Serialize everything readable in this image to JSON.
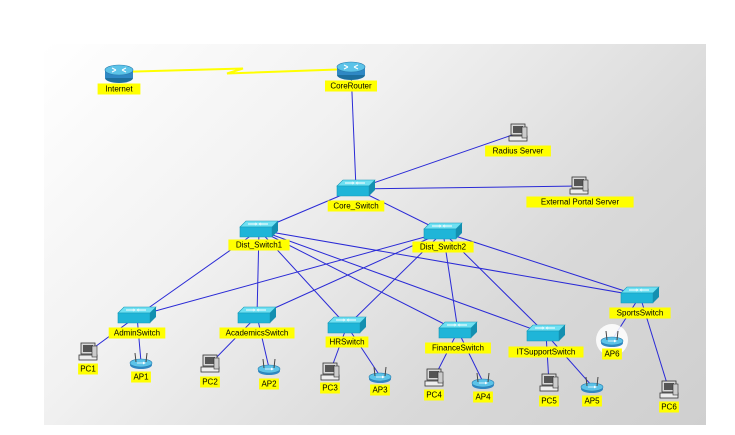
{
  "nodes": [
    {
      "id": "internet",
      "label": "Internet",
      "kind": "router"
    },
    {
      "id": "core_router",
      "label": "CoreRouter",
      "kind": "router"
    },
    {
      "id": "radius",
      "label": "Radius Server",
      "kind": "pc"
    },
    {
      "id": "portal",
      "label": "External Portal Server",
      "kind": "pc"
    },
    {
      "id": "core_switch",
      "label": "Core_Switch",
      "kind": "switch"
    },
    {
      "id": "dist1",
      "label": "Dist_Switch1",
      "kind": "switch"
    },
    {
      "id": "dist2",
      "label": "Dist_Switch2",
      "kind": "switch"
    },
    {
      "id": "admin",
      "label": "AdminSwitch",
      "kind": "switch"
    },
    {
      "id": "academics",
      "label": "AcademicsSwitch",
      "kind": "switch"
    },
    {
      "id": "hr",
      "label": "HRSwitch",
      "kind": "switch"
    },
    {
      "id": "finance",
      "label": "FinanceSwitch",
      "kind": "switch"
    },
    {
      "id": "itsupport",
      "label": "ITSupportSwitch",
      "kind": "switch"
    },
    {
      "id": "sports",
      "label": "SportsSwitch",
      "kind": "switch"
    },
    {
      "id": "pc1",
      "label": "PC1",
      "kind": "pc"
    },
    {
      "id": "ap1",
      "label": "AP1",
      "kind": "ap"
    },
    {
      "id": "pc2",
      "label": "PC2",
      "kind": "pc"
    },
    {
      "id": "ap2",
      "label": "AP2",
      "kind": "ap"
    },
    {
      "id": "pc3",
      "label": "PC3",
      "kind": "pc"
    },
    {
      "id": "ap3",
      "label": "AP3",
      "kind": "ap"
    },
    {
      "id": "pc4",
      "label": "PC4",
      "kind": "pc"
    },
    {
      "id": "ap4",
      "label": "AP4",
      "kind": "ap"
    },
    {
      "id": "pc5",
      "label": "PC5",
      "kind": "pc"
    },
    {
      "id": "ap5",
      "label": "AP5",
      "kind": "ap"
    },
    {
      "id": "ap6",
      "label": "AP6",
      "kind": "ap",
      "selected": true
    },
    {
      "id": "pc6",
      "label": "PC6",
      "kind": "pc"
    }
  ],
  "links": [
    {
      "from": "internet",
      "to": "core_router",
      "type": "serial"
    },
    {
      "from": "core_router",
      "to": "core_switch",
      "type": "ethernet"
    },
    {
      "from": "radius",
      "to": "core_switch",
      "type": "ethernet"
    },
    {
      "from": "portal",
      "to": "core_switch",
      "type": "ethernet"
    },
    {
      "from": "core_switch",
      "to": "dist1",
      "type": "ethernet"
    },
    {
      "from": "core_switch",
      "to": "dist2",
      "type": "ethernet"
    },
    {
      "from": "dist1",
      "to": "admin",
      "type": "ethernet"
    },
    {
      "from": "dist1",
      "to": "academics",
      "type": "ethernet"
    },
    {
      "from": "dist1",
      "to": "hr",
      "type": "ethernet"
    },
    {
      "from": "dist1",
      "to": "finance",
      "type": "ethernet"
    },
    {
      "from": "dist1",
      "to": "itsupport",
      "type": "ethernet"
    },
    {
      "from": "dist1",
      "to": "sports",
      "type": "ethernet"
    },
    {
      "from": "dist2",
      "to": "admin",
      "type": "ethernet"
    },
    {
      "from": "dist2",
      "to": "academics",
      "type": "ethernet"
    },
    {
      "from": "dist2",
      "to": "hr",
      "type": "ethernet"
    },
    {
      "from": "dist2",
      "to": "finance",
      "type": "ethernet"
    },
    {
      "from": "dist2",
      "to": "itsupport",
      "type": "ethernet"
    },
    {
      "from": "dist2",
      "to": "sports",
      "type": "ethernet"
    },
    {
      "from": "admin",
      "to": "pc1",
      "type": "ethernet"
    },
    {
      "from": "admin",
      "to": "ap1",
      "type": "ethernet"
    },
    {
      "from": "academics",
      "to": "pc2",
      "type": "ethernet"
    },
    {
      "from": "academics",
      "to": "ap2",
      "type": "ethernet"
    },
    {
      "from": "hr",
      "to": "pc3",
      "type": "ethernet"
    },
    {
      "from": "hr",
      "to": "ap3",
      "type": "ethernet"
    },
    {
      "from": "finance",
      "to": "pc4",
      "type": "ethernet"
    },
    {
      "from": "finance",
      "to": "ap4",
      "type": "ethernet"
    },
    {
      "from": "itsupport",
      "to": "pc5",
      "type": "ethernet"
    },
    {
      "from": "itsupport",
      "to": "ap5",
      "type": "ethernet"
    },
    {
      "from": "sports",
      "to": "ap6",
      "type": "ethernet"
    },
    {
      "from": "sports",
      "to": "pc6",
      "type": "ethernet"
    }
  ],
  "colors": {
    "label_bg": "#ffff00",
    "link": "#2a2ad6",
    "serial_link": "#ffff00",
    "device_cyan": "#1fb5d8",
    "router_blue": "#2f88c4"
  }
}
